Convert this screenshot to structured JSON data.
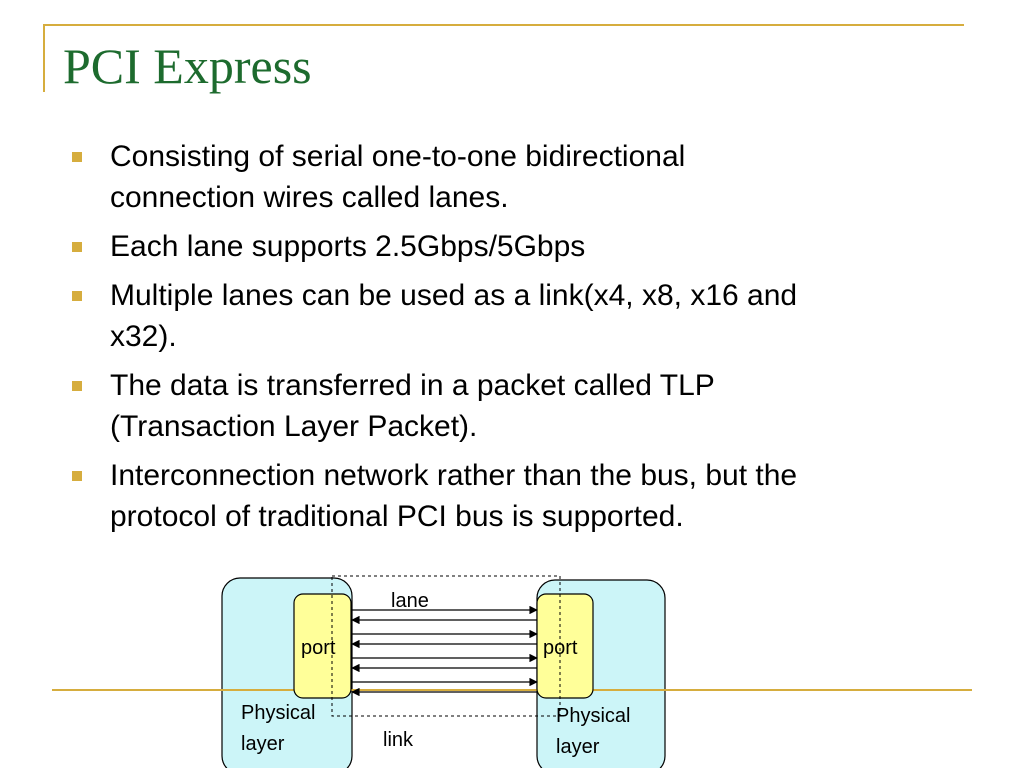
{
  "slide": {
    "title": "PCI Express",
    "bullets": [
      {
        "lines": [
          "Consisting of serial one-to-one bidirectional",
          "connection wires called lanes."
        ]
      },
      {
        "lines": [
          "Each lane supports 2.5Gbps/5Gbps"
        ]
      },
      {
        "lines": [
          "Multiple lanes can be used as a link(x4, x8, x16 and",
          "x32)."
        ]
      },
      {
        "lines": [
          "The data is transferred in a packet called TLP",
          "(Transaction Layer Packet)."
        ]
      },
      {
        "lines": [
          "Interconnection network rather than the bus, but the",
          "protocol of traditional PCI bus is supported."
        ]
      }
    ]
  },
  "diagram": {
    "left_port_label": "port",
    "right_port_label": "port",
    "lane_label": "lane",
    "link_label": "link",
    "left_layer_label": [
      "Physical",
      "layer"
    ],
    "right_layer_label": [
      "Physical",
      "layer"
    ],
    "lane_count": 4,
    "colors": {
      "physical_layer_fill": "#ccf5f8",
      "port_fill": "#ffff99",
      "accent": "#d6ad3e",
      "title": "#1d6b2e"
    }
  }
}
